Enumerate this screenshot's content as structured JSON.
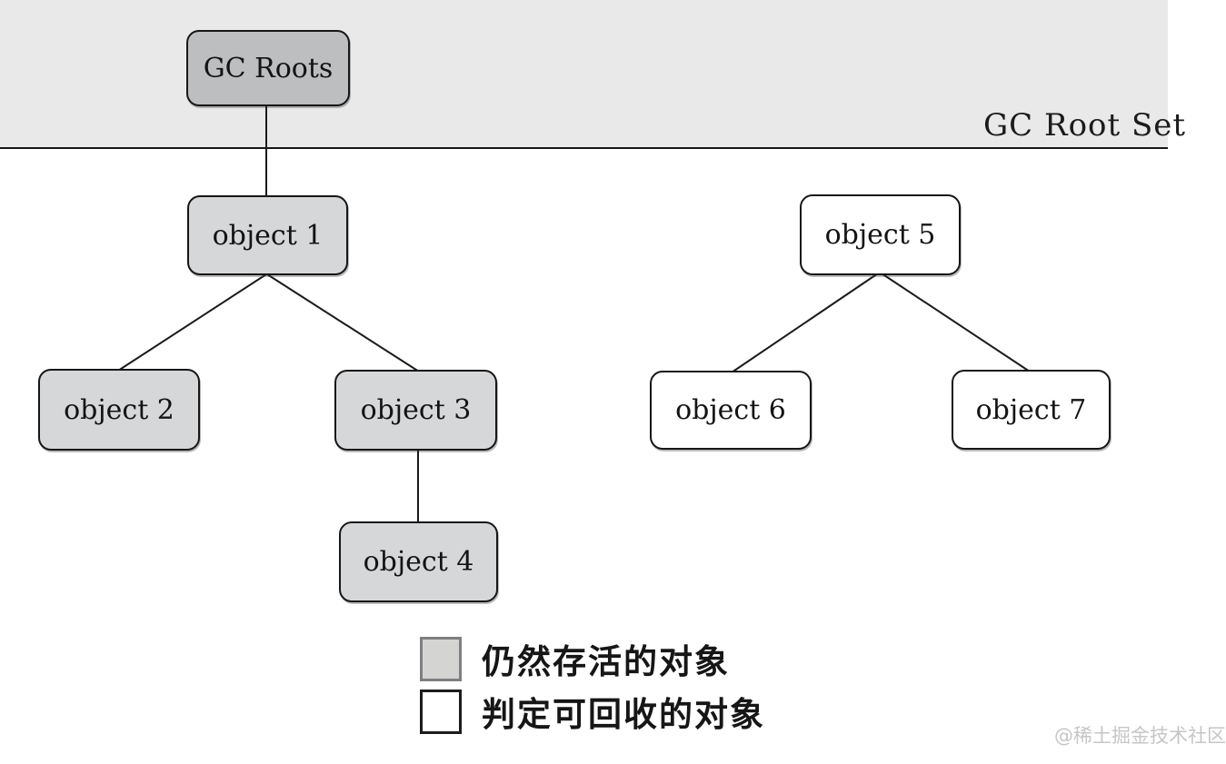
{
  "band": {
    "label": "GC Root Set"
  },
  "nodes": {
    "root": {
      "label": "GC Roots",
      "status": "root"
    },
    "o1": {
      "label": "object 1",
      "status": "live"
    },
    "o2": {
      "label": "object 2",
      "status": "live"
    },
    "o3": {
      "label": "object 3",
      "status": "live"
    },
    "o4": {
      "label": "object 4",
      "status": "live"
    },
    "o5": {
      "label": "object 5",
      "status": "collectable"
    },
    "o6": {
      "label": "object 6",
      "status": "collectable"
    },
    "o7": {
      "label": "object 7",
      "status": "collectable"
    }
  },
  "edges": [
    {
      "from": "root",
      "to": "o1"
    },
    {
      "from": "o1",
      "to": "o2"
    },
    {
      "from": "o1",
      "to": "o3"
    },
    {
      "from": "o3",
      "to": "o4"
    },
    {
      "from": "o5",
      "to": "o6"
    },
    {
      "from": "o5",
      "to": "o7"
    }
  ],
  "legend": {
    "items": [
      {
        "swatch": "live-object-swatch",
        "label": "仍然存活的对象"
      },
      {
        "swatch": "collectable-object-swatch",
        "label": "判定可回收的对象"
      }
    ]
  },
  "watermark": {
    "text": "@稀土掘金技术社区"
  },
  "colors": {
    "band_bg": "#e9e9e9",
    "root_fill": "#bcbec0",
    "live_fill": "#d6d7d8",
    "collectable_fill": "#ffffff",
    "line": "#1a1a1a",
    "text": "#161616",
    "watermark": "#c6c6c6"
  }
}
